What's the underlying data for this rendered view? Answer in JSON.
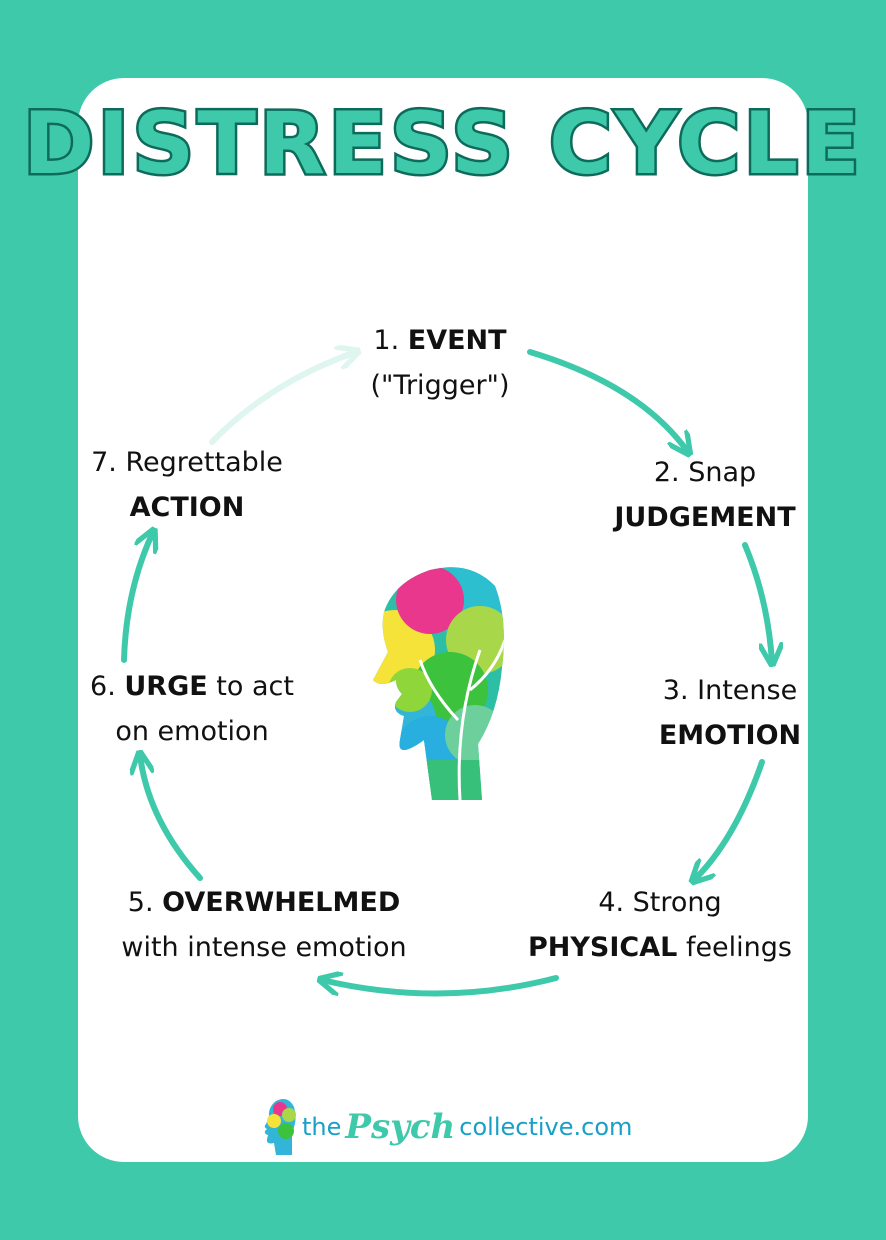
{
  "title": "DISTRESS CYCLE",
  "steps": [
    {
      "num": "1.",
      "pre": "",
      "bold": "EVENT",
      "post": "",
      "line2": "(\"Trigger\")",
      "line2_bold": "",
      "line2_post": ""
    },
    {
      "num": "2.",
      "pre": "Snap",
      "bold": "",
      "post": "",
      "line2": "",
      "line2_bold": "JUDGEMENT",
      "line2_post": ""
    },
    {
      "num": "3.",
      "pre": "Intense",
      "bold": "",
      "post": "",
      "line2": "",
      "line2_bold": "EMOTION",
      "line2_post": ""
    },
    {
      "num": "4.",
      "pre": "Strong",
      "bold": "",
      "post": "",
      "line2": "",
      "line2_bold": "PHYSICAL",
      "line2_post": "feelings"
    },
    {
      "num": "5.",
      "pre": "",
      "bold": "OVERWHELMED",
      "post": "",
      "line2": "with intense emotion",
      "line2_bold": "",
      "line2_post": ""
    },
    {
      "num": "6.",
      "pre": "",
      "bold": "URGE",
      "post": "to act",
      "line2": "on emotion",
      "line2_bold": "",
      "line2_post": ""
    },
    {
      "num": "7.",
      "pre": "Regrettable",
      "bold": "",
      "post": "",
      "line2": "",
      "line2_bold": "ACTION",
      "line2_post": ""
    }
  ],
  "logo": {
    "pre": "the",
    "mid": "Psych",
    "post": "collective.com"
  },
  "colors": {
    "background": "#3ec9aa",
    "arrow": "#3ec9aa",
    "arrow_faded": "#dff5ef",
    "title_outline": "#0d6b5c"
  },
  "icons": [
    "head-silhouette-icon",
    "logo-head-icon"
  ]
}
